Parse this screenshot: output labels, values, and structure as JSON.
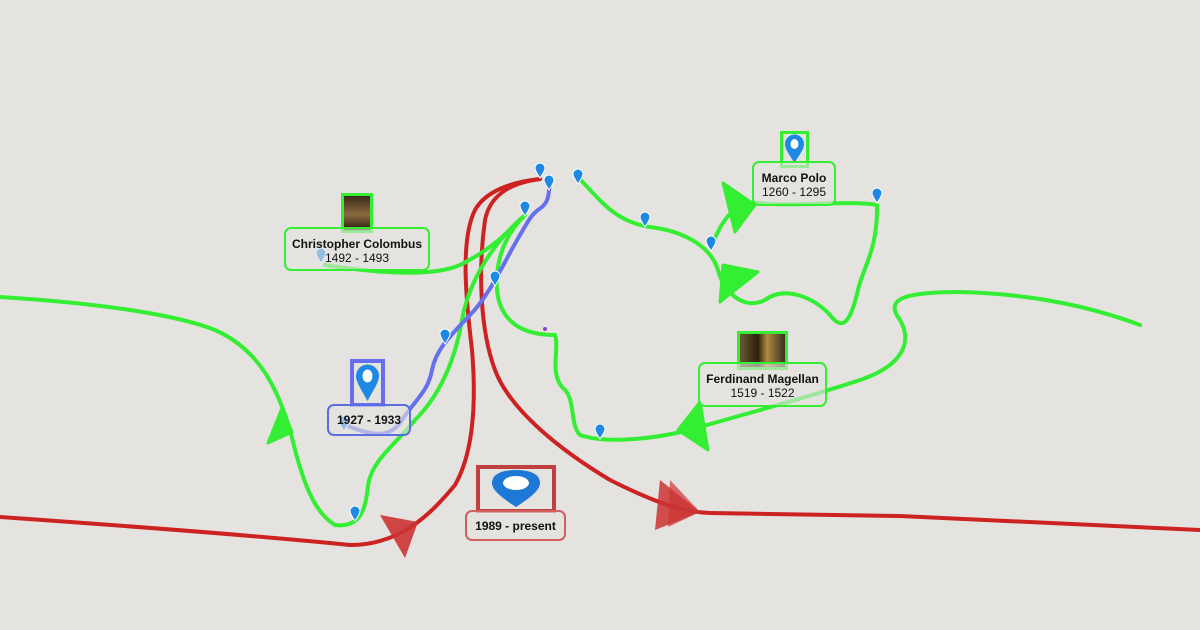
{
  "explorers": [
    {
      "name": "Christopher Colombus",
      "dates": "1492 - 1493",
      "icon": "portrait",
      "color": "#33ee33"
    },
    {
      "name": "Marco Polo",
      "dates": "1260 - 1295",
      "icon": "map-pin",
      "color": "#33ee33"
    },
    {
      "name": "Ferdinand Magellan",
      "dates": "1519 - 1522",
      "icon": "portrait",
      "color": "#33ee33"
    },
    {
      "name": "",
      "dates": "1927 - 1933",
      "icon": "map-pin",
      "color": "#6670ee"
    },
    {
      "name": "",
      "dates": "1989 - present",
      "icon": "app-logo",
      "color": "#cc2222"
    }
  ],
  "colors": {
    "background": "#e5e3df",
    "green": "#33ee33",
    "blue": "#6670ee",
    "red": "#cc2222",
    "pin": "#1e88e5"
  }
}
